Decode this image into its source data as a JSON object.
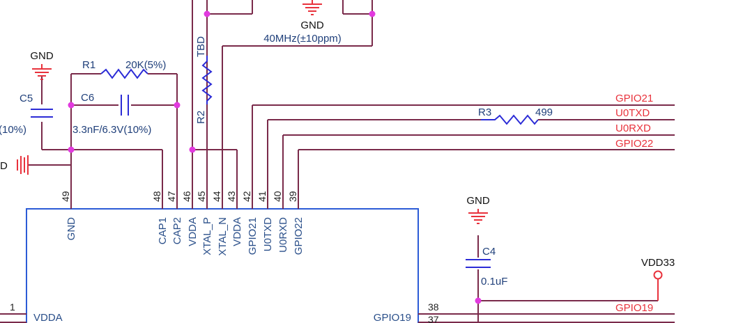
{
  "labels": {
    "gnd_top": "GND",
    "gnd_left": "GND",
    "gnd_right": "GND",
    "gnd_clip": "D",
    "crystal": "40MHz(±10ppm)",
    "tbd": "TBD",
    "r1": "R1",
    "r1_value": "20K(5%)",
    "c6": "C6",
    "c6_value": "3.3nF/6.3V(10%)",
    "c5": "C5",
    "c5_value": "(10%)",
    "r2": "R2",
    "r3": "R3",
    "r3_value": "499",
    "c4": "C4",
    "c4_value": "0.1uF",
    "vdd33": "VDD33"
  },
  "nets": {
    "gpio21": "GPIO21",
    "u0txd": "U0TXD",
    "u0rxd": "U0RXD",
    "gpio22": "GPIO22",
    "gpio19": "GPIO19"
  },
  "top_pins": [
    {
      "num": "49",
      "name": "GND"
    },
    {
      "num": "48",
      "name": "CAP1"
    },
    {
      "num": "47",
      "name": "CAP2"
    },
    {
      "num": "46",
      "name": "VDDA"
    },
    {
      "num": "45",
      "name": "XTAL_P"
    },
    {
      "num": "44",
      "name": "XTAL_N"
    },
    {
      "num": "43",
      "name": "VDDA"
    },
    {
      "num": "42",
      "name": "GPIO21"
    },
    {
      "num": "41",
      "name": "U0TXD"
    },
    {
      "num": "40",
      "name": "U0RXD"
    },
    {
      "num": "39",
      "name": "GPIO22"
    }
  ],
  "left_pin": {
    "num": "1",
    "name": "VDDA"
  },
  "right_pin": {
    "num": "38",
    "name": "GPIO19"
  },
  "right_pin_next": {
    "num": "37"
  }
}
